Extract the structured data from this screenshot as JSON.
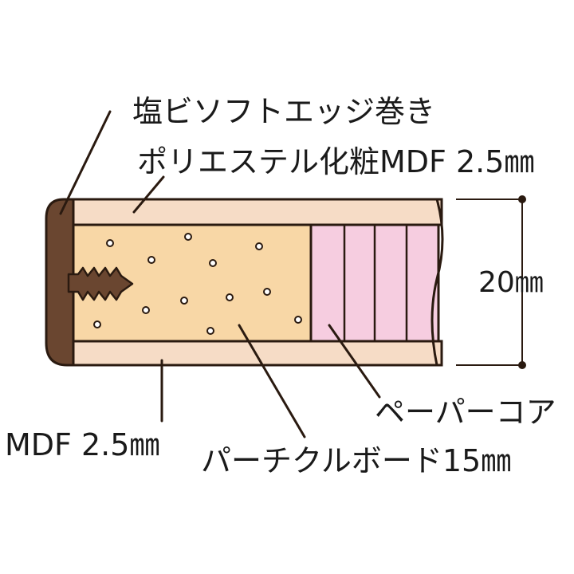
{
  "labels": {
    "edge": "塩ビソフトエッジ巻き",
    "top_layer": "ポリエステル化粧MDF 2.5㎜",
    "thickness": "20㎜",
    "paper_core": "ペーパーコア",
    "bottom_layer": "MDF 2.5㎜",
    "particle_board": "パーチクルボード15㎜"
  },
  "colors": {
    "outline": "#2a1a10",
    "mdf_layer": "#f6dcc6",
    "particle_board": "#f8d7a6",
    "paper_core": "#f6cde0",
    "edge_banding": "#6a4630"
  }
}
